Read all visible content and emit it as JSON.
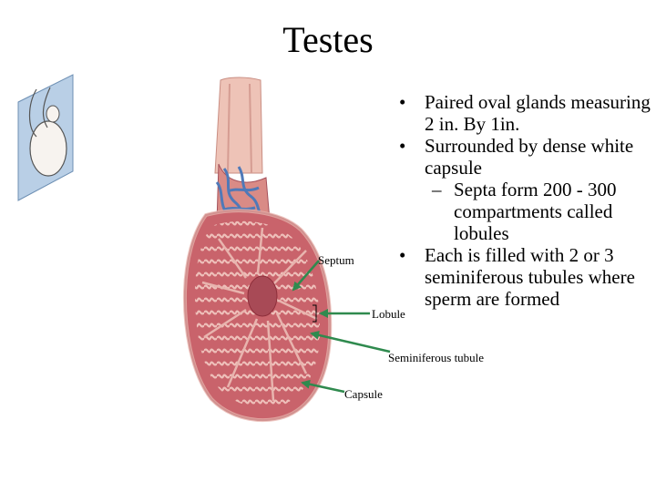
{
  "slide": {
    "title": "Testes",
    "bullets": [
      {
        "level": 1,
        "text": "Paired oval glands measuring 2 in. By 1in."
      },
      {
        "level": 1,
        "text": "Surrounded by dense white capsule"
      },
      {
        "level": 2,
        "text": "Septa form 200 - 300 compartments called lobules"
      },
      {
        "level": 1,
        "text": "Each is filled with 2 or 3 seminiferous tubules where sperm are formed"
      }
    ]
  },
  "figure": {
    "labels": {
      "septum": "Septum",
      "lobule": "Lobule",
      "seminiferous_tubule": "Seminiferous tubule",
      "capsule": "Capsule"
    },
    "colors": {
      "tissue": "#c9636b",
      "tissue_dark": "#8e2e3a",
      "capsule": "#e8b4ae",
      "tubule": "#f2c9c2",
      "vessels": "#4f79b8",
      "arrow": "#2f8a4e",
      "inset_plane": "#b9cfe6"
    }
  }
}
